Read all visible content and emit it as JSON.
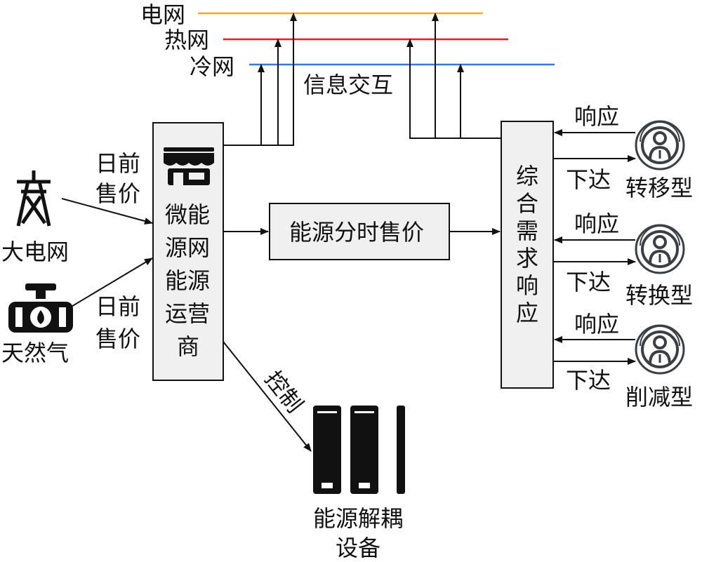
{
  "colors": {
    "electric_grid_line": "#f0a830",
    "heat_grid_line": "#e02020",
    "cold_grid_line": "#3a78d8",
    "box_fill": "#f0f0f0",
    "stroke": "#111111"
  },
  "grids": {
    "electric": "电网",
    "heat": "热网",
    "cold": "冷网"
  },
  "info_exchange": "信息交互",
  "sources": {
    "power_grid": "大电网",
    "natural_gas": "天然气",
    "price_label_1_line1": "日前",
    "price_label_1_line2": "售价",
    "price_label_2_line1": "日前",
    "price_label_2_line2": "售价"
  },
  "operator": {
    "lines": [
      "微能",
      "源网",
      "能源",
      "运营",
      "商"
    ]
  },
  "tou_price_box": "能源分时售价",
  "demand_response": {
    "chars": [
      "综",
      "合",
      "需",
      "求",
      "响",
      "应"
    ]
  },
  "control_label": "控制",
  "decoupling_device": {
    "line1": "能源解耦",
    "line2": "设备"
  },
  "users": [
    {
      "response": "响应",
      "issue": "下达",
      "type": "转移型"
    },
    {
      "response": "响应",
      "issue": "下达",
      "type": "转换型"
    },
    {
      "response": "响应",
      "issue": "下达",
      "type": "削减型"
    }
  ],
  "icons": {
    "tower": "transmission-tower-icon",
    "gas": "gas-tank-icon",
    "store": "store-awning-icon",
    "server": "server-rack-icon",
    "user": "user-avatar-icon"
  }
}
